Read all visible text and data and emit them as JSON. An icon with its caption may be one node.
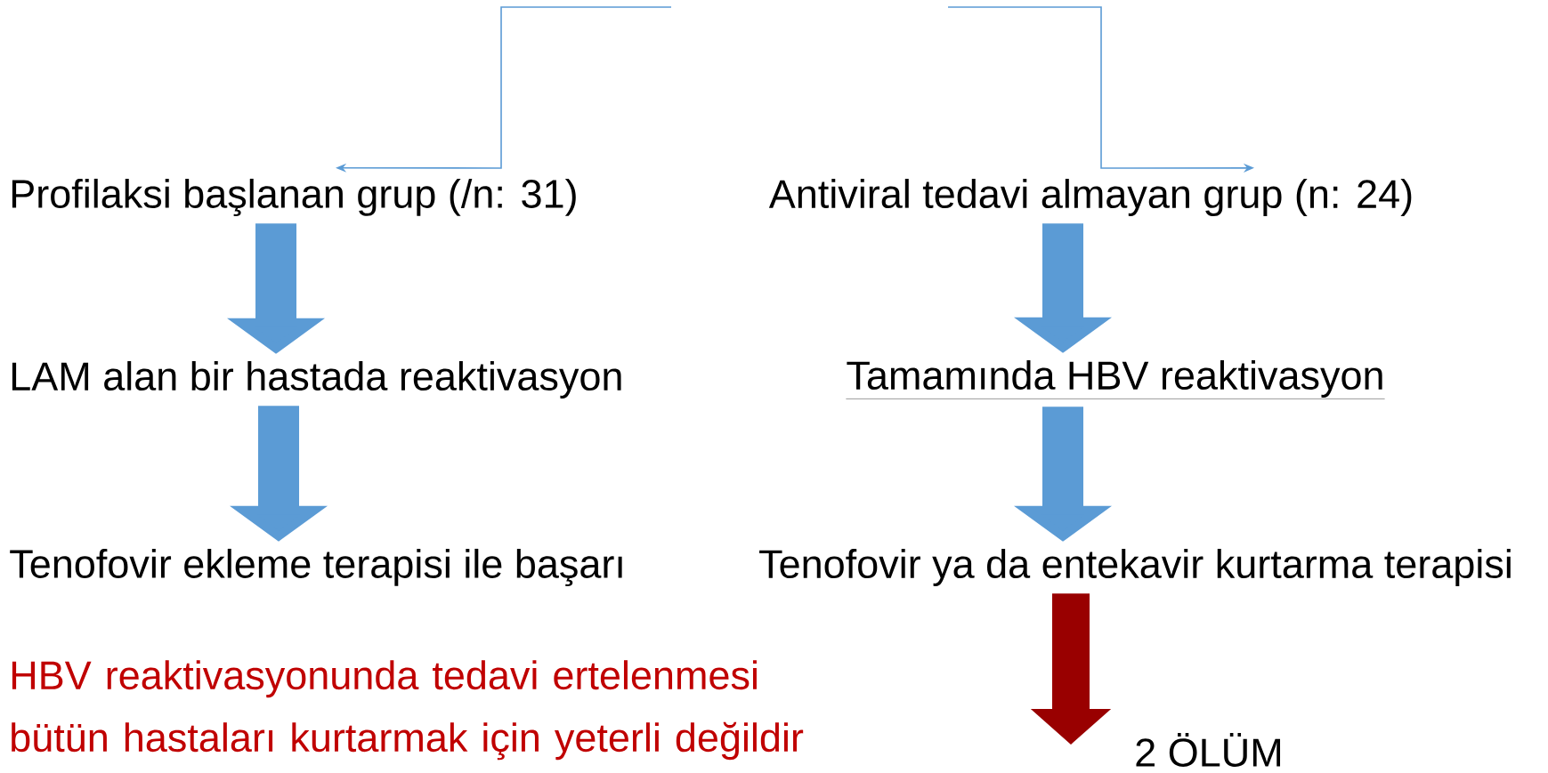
{
  "diagram": {
    "nodes": [
      {
        "text": [
          "Profilaksi başlanan grup (/n: 31)"
        ]
      },
      {
        "text": [
          "Antiviral tedavi almayan grup (n: 24)"
        ]
      },
      {
        "text": [
          "LAM alan bir hastada reaktivasyon"
        ]
      },
      {
        "text": [
          "Tamamında HBV reaktivasyon"
        ]
      },
      {
        "text": [
          "Tenofovir ekleme terapisi ile başarı"
        ]
      },
      {
        "text": [
          "Tenofovir ya da entekavir kurtarma terapisi"
        ]
      },
      {
        "text": [
          "2 ÖLÜM"
        ]
      }
    ],
    "edges": [
      {
        "from": null,
        "to": 0,
        "arrow": "to"
      },
      {
        "from": null,
        "to": 1,
        "arrow": "to"
      },
      {
        "from": 0,
        "to": 2,
        "arrow": "to"
      },
      {
        "from": 2,
        "to": 4,
        "arrow": "to"
      },
      {
        "from": 1,
        "to": 3,
        "arrow": "to"
      },
      {
        "from": 3,
        "to": 5,
        "arrow": "to"
      },
      {
        "from": 5,
        "to": 6,
        "arrow": "to",
        "color": "#990000"
      }
    ],
    "labels": [
      "HBV reaktivasyonunda tedavi ertelenmesi bütün hastaları kurtarmak için yeterli değildir"
    ]
  }
}
